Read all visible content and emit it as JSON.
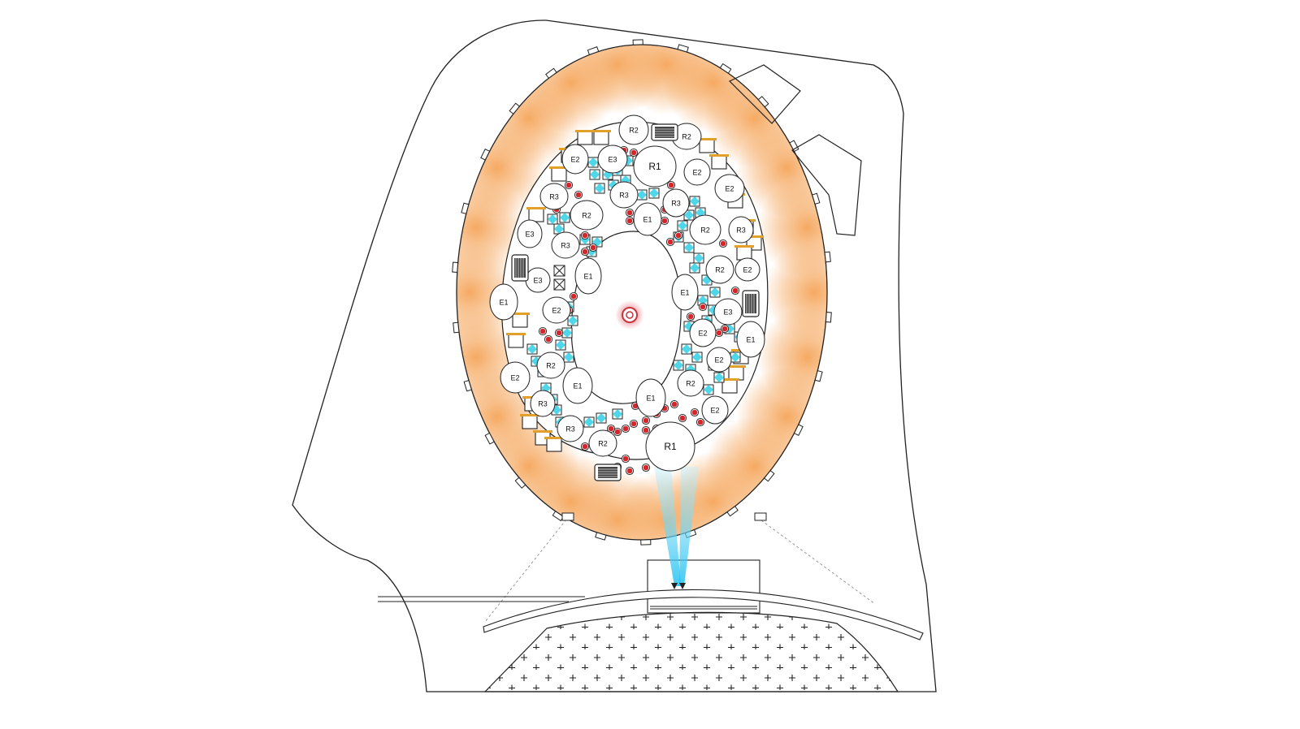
{
  "colors": {
    "line": "#222222",
    "glow": "#f5a55a",
    "beam": "#27c3f0",
    "cyan_unit": "#4fd6e8",
    "red_unit": "#d7262b",
    "amber_stall": "#e0a02a",
    "screen_dark": "#333333"
  },
  "icons": {
    "red_dot": "red-circle-icon",
    "cyan_unit": "cyan-square-icon",
    "screen": "striped-screen-icon",
    "center": "target-icon"
  },
  "rooms": [
    {
      "label": "R2"
    },
    {
      "label": "R2"
    },
    {
      "label": "E3"
    },
    {
      "label": "R1"
    },
    {
      "label": "E2"
    },
    {
      "label": "E2"
    },
    {
      "label": "E2"
    },
    {
      "label": "R3"
    },
    {
      "label": "R3"
    },
    {
      "label": "R3"
    },
    {
      "label": "R2"
    },
    {
      "label": "E1"
    },
    {
      "label": "R2"
    },
    {
      "label": "R3"
    },
    {
      "label": "E3"
    },
    {
      "label": "R3"
    },
    {
      "label": "R2"
    },
    {
      "label": "E2"
    },
    {
      "label": "E1"
    },
    {
      "label": "E3"
    },
    {
      "label": "E1"
    },
    {
      "label": "E1"
    },
    {
      "label": "E2"
    },
    {
      "label": "E3"
    },
    {
      "label": "E2"
    },
    {
      "label": "E1"
    },
    {
      "label": "E2"
    },
    {
      "label": "R2"
    },
    {
      "label": "E2"
    },
    {
      "label": "R2"
    },
    {
      "label": "E1"
    },
    {
      "label": "R3"
    },
    {
      "label": "E1"
    },
    {
      "label": "E2"
    },
    {
      "label": "R3"
    },
    {
      "label": "R2"
    },
    {
      "label": "R1"
    }
  ]
}
